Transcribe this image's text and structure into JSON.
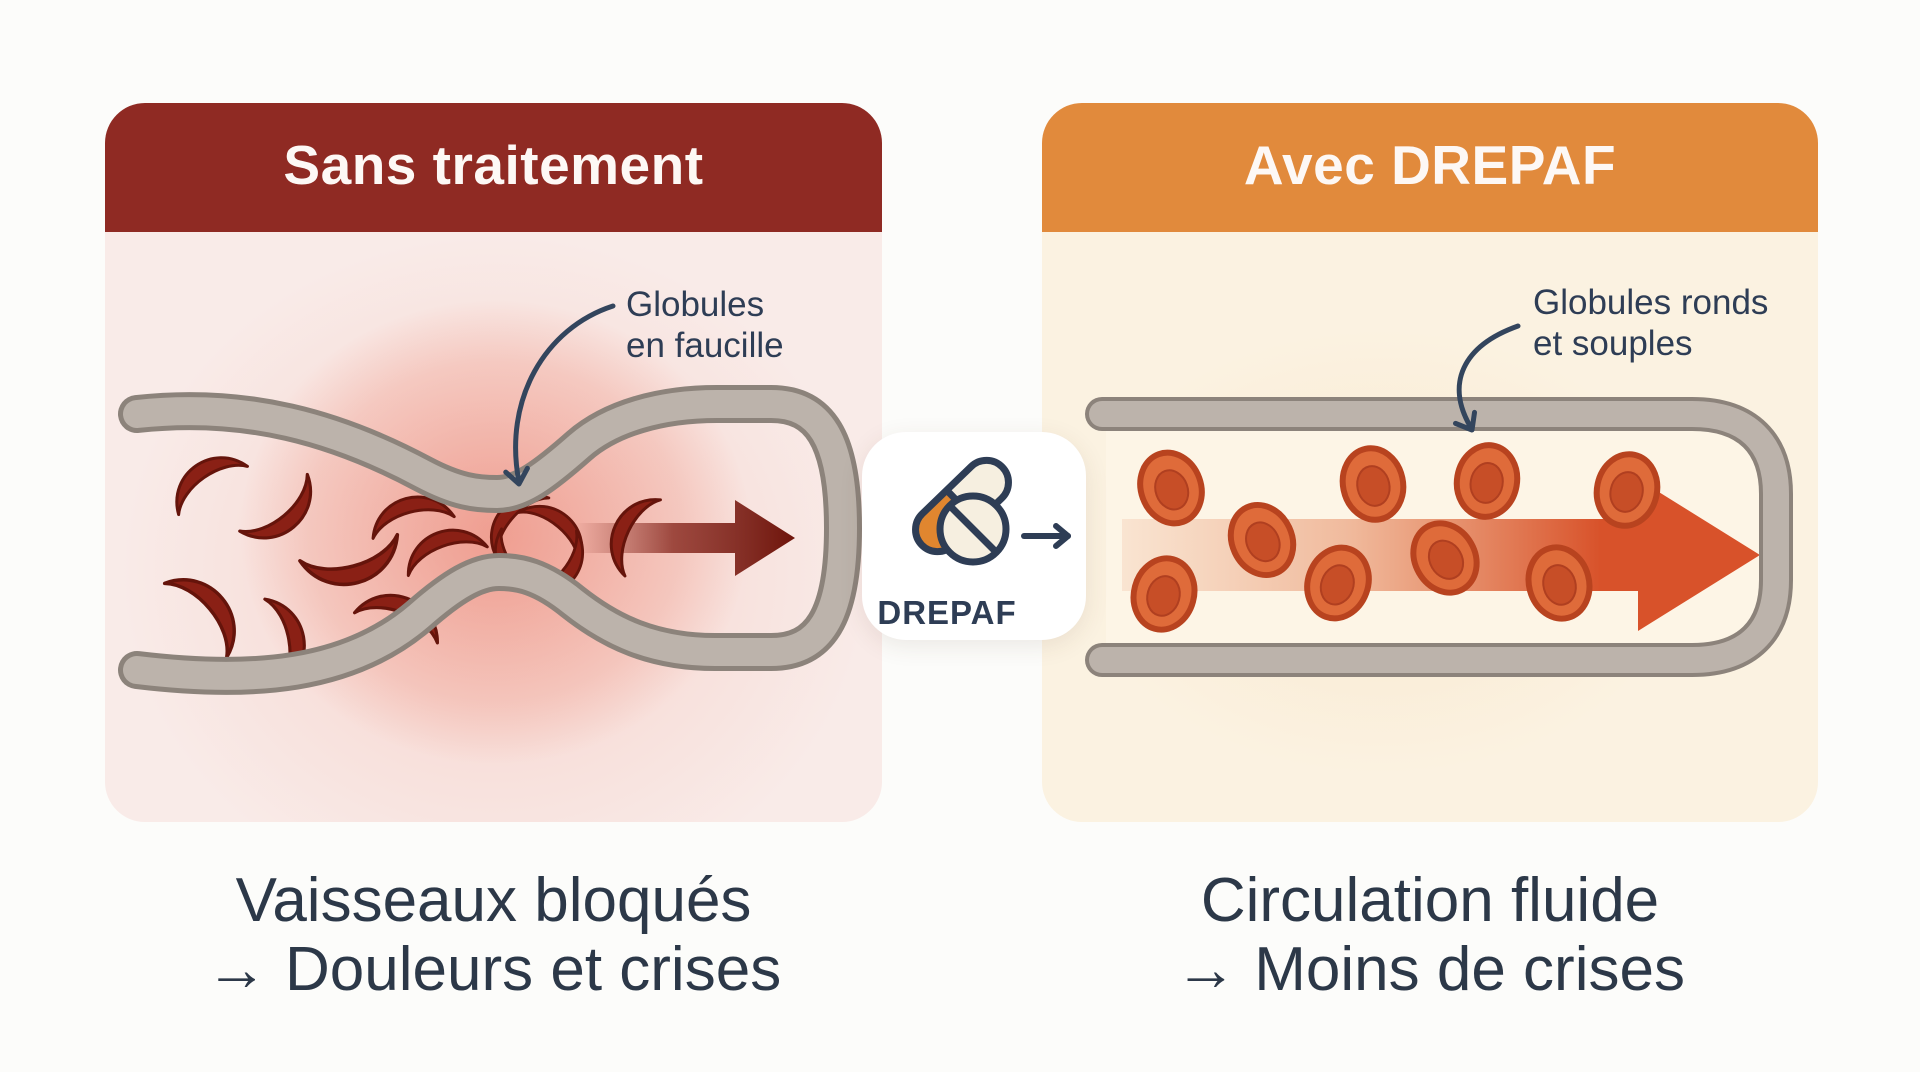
{
  "left_panel": {
    "header": "Sans traitement",
    "annotation_line1": "Globules",
    "annotation_line2": "en faucille",
    "caption_line1": "Vaisseaux bloqués",
    "caption_line2": "→ Douleurs et crises"
  },
  "right_panel": {
    "header": "Avec DREPAF",
    "annotation_line1": "Globules ronds",
    "annotation_line2": "et souples",
    "caption_line1": "Circulation fluide",
    "caption_line2": "→ Moins de crises"
  },
  "treatment": {
    "name": "DREPAF"
  },
  "colors": {
    "page_bg": "#fcfcfa",
    "header_red": "#8f2a23",
    "header_orange": "#e18a3c",
    "body_pink": "#f9ebe8",
    "body_cream": "#fbf2e1",
    "title_text": "#fdf8f5",
    "navy": "#2e3d55",
    "caption_text": "#2c3848",
    "vessel_wall": "#bcb3ab",
    "vessel_wall_outline": "#8c837b",
    "vessel_interior_cream": "#fdf5e6",
    "sickle_cell": "#8a2015",
    "sickle_cell_outline": "#65140b",
    "rbc_fill": "#df6b3a",
    "rbc_rim": "#b8431f",
    "rbc_core": "#c74e27",
    "flow_arrow_dark": "#7c180e",
    "flow_arrow_orange": "#d8522a",
    "capsule_orange": "#e0862f",
    "capsule_cream": "#f6efe0",
    "card_bg": "#ffffff",
    "glow_red": "#e86854"
  }
}
